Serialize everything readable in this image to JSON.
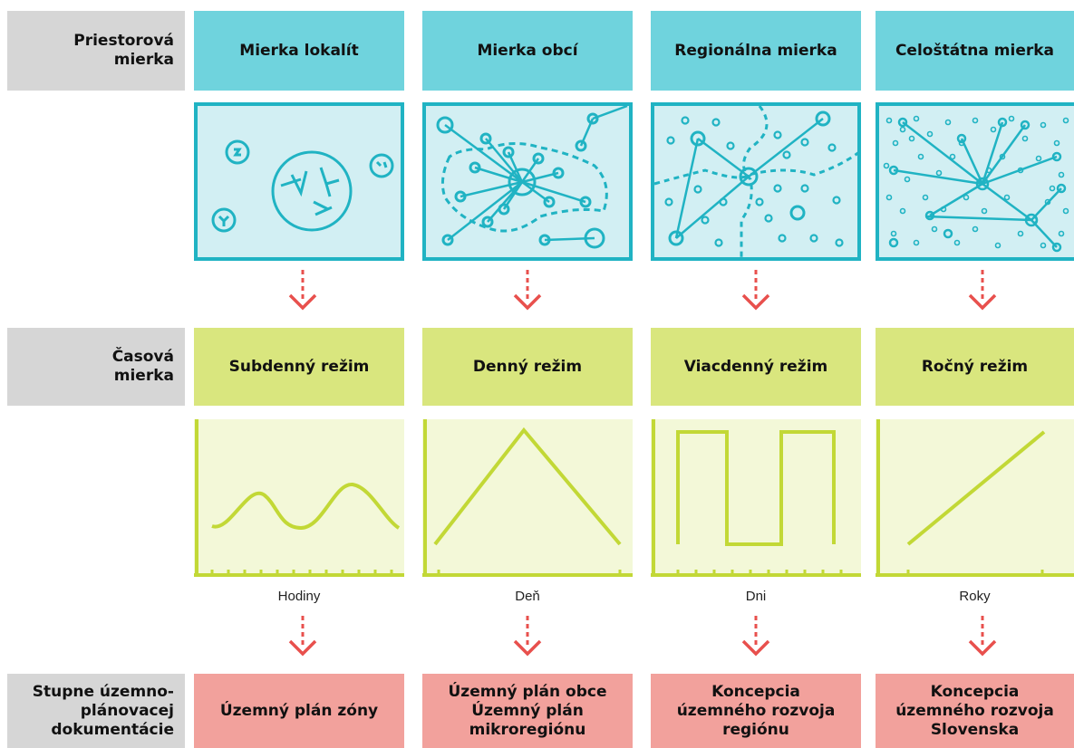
{
  "row_labels": {
    "spatial": "Priestorová mierka",
    "temporal": "Časová mierka",
    "planning": "Stupne územno-plánovacej dokumentácie"
  },
  "spatial_scales": [
    "Mierka lokalít",
    "Mierka obcí",
    "Regionálna mierka",
    "Celoštátna mierka"
  ],
  "temporal_scales": [
    "Subdenný režim",
    "Denný režim",
    "Viacdenný režim",
    "Ročný režim"
  ],
  "time_axes": [
    "Hodiny",
    "Deň",
    "Dni",
    "Roky"
  ],
  "planning_levels": [
    "Územný plán zóny",
    "Územný plán obce Územný plán mikroregiónu",
    "Koncepcia územného rozvoja regiónu",
    "Koncepcia územného rozvoja Slovenska"
  ],
  "colors": {
    "spatial": "#6fd3dd",
    "spatial_line": "#20b3c3",
    "temporal": "#d9e67e",
    "temporal_line": "#c2d836",
    "planning": "#f2a19c",
    "arrow": "#e8504d",
    "label_bg": "#d6d6d6"
  }
}
